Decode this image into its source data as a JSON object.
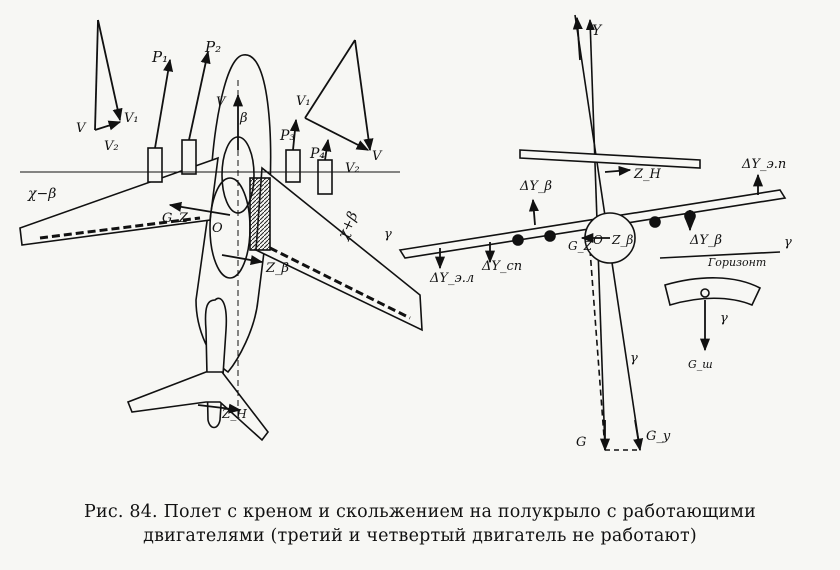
{
  "labels": {
    "P1": "P₁",
    "P2": "P₂",
    "P3": "P₃",
    "P4": "P₄",
    "V": "V",
    "V1": "V₁",
    "V2": "V₂",
    "beta": "β",
    "chi_minus_beta": "χ−β",
    "chi_plus_beta": "χ+β",
    "Gz": "G_Z",
    "O": "O",
    "Z_beta": "Z_β",
    "Z_H": "Z_H",
    "Y": "Y",
    "Z_H_front": "Z_H",
    "dY_beta": "ΔY_β",
    "dY_el": "ΔY_э.л",
    "dY_sp": "ΔY_сп",
    "dY_ep": "ΔY_э.п",
    "dY_beta_right": "ΔY_β",
    "Gz_front": "G_Z",
    "O_front": "O",
    "Z_beta_front": "Z_β",
    "gamma": "γ",
    "gamma_left": "γ",
    "gamma_side": "γ",
    "gamma_low": "γ",
    "G": "G",
    "Gy": "G_y",
    "horizon": "Горизонт",
    "G_sh": "G_ш"
  },
  "caption": {
    "line1": "Рис. 84. Полет с креном и скольжением на полукрыло  с  работающими",
    "line2": "двигателями (третий и четвертый двигатель не работают)"
  }
}
